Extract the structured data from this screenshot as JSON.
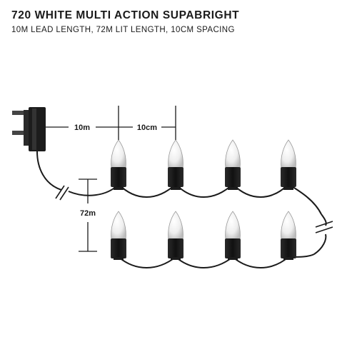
{
  "header": {
    "title": "720 WHITE MULTI ACTION SUPABRIGHT",
    "subtitle": "10M LEAD LENGTH, 72M LIT LENGTH, 10CM SPACING"
  },
  "diagram": {
    "lead_label": "10m",
    "spacing_label": "10cm",
    "lit_label": "72m",
    "colors": {
      "ink": "#1a1a1a",
      "bulb_glass": "#eeeeee",
      "bulb_socket": "#1c1c1c"
    },
    "icons": [
      "uk-plug-adapter-icon",
      "led-bulb-icon",
      "cable-break-icon"
    ]
  }
}
